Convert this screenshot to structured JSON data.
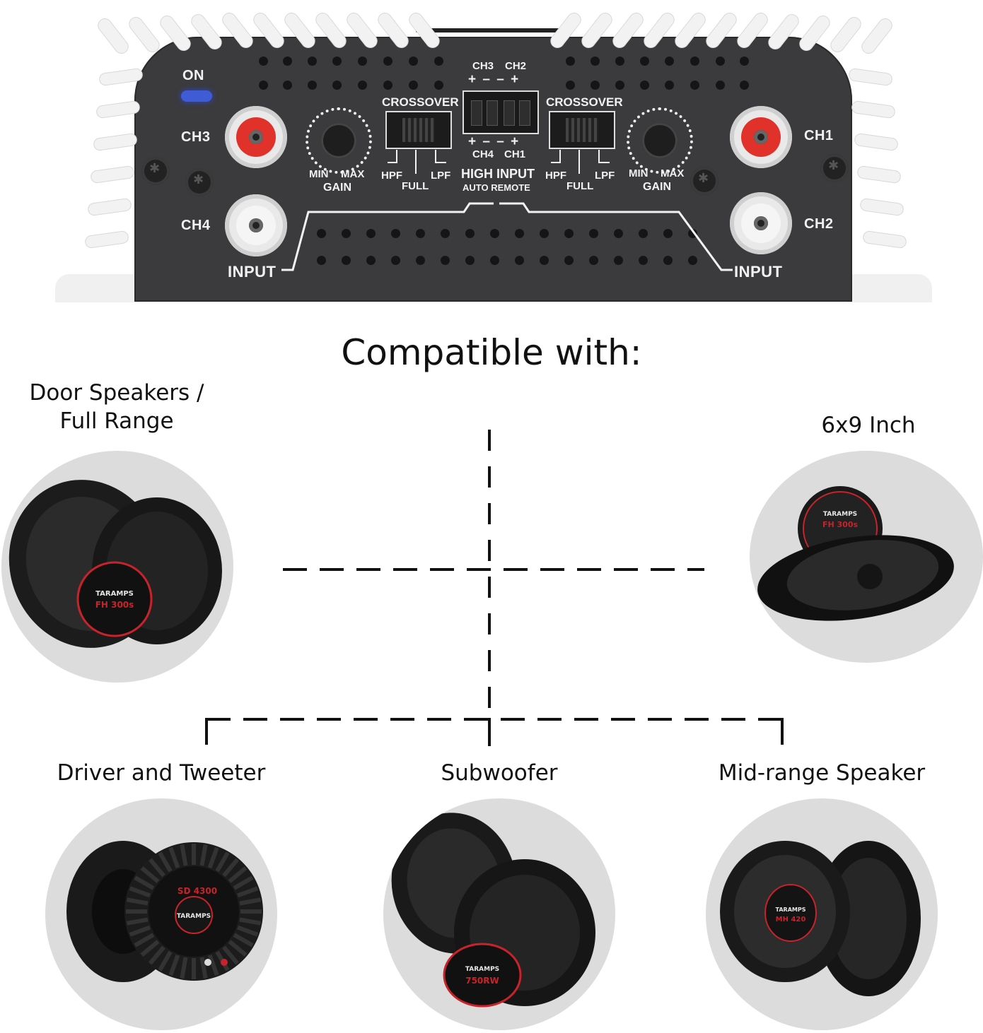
{
  "amplifier": {
    "on_label": "ON",
    "ch3": "CH3",
    "ch4": "CH4",
    "ch1": "CH1",
    "ch2": "CH2",
    "input_left": "INPUT",
    "input_right": "INPUT",
    "crossover_left": "CROSSOVER",
    "crossover_right": "CROSSOVER",
    "gain_min_left": "MIN",
    "gain_max_left": "MAX",
    "gain_left": "GAIN",
    "gain_min_right": "MIN",
    "gain_max_right": "MAX",
    "gain_right": "GAIN",
    "hpf_left": "HPF",
    "full_left": "FULL",
    "lpf_left": "LPF",
    "hpf_right": "HPF",
    "full_right": "FULL",
    "lpf_right": "LPF",
    "dip_ch3": "CH3",
    "dip_ch2": "CH2",
    "dip_top_polarity": "+ – – +",
    "dip_bottom_polarity": "+ – – +",
    "dip_ch4": "CH4",
    "dip_ch1": "CH1",
    "high_input": "HIGH INPUT",
    "auto_remote": "AUTO REMOTE"
  },
  "heading": "Compatible with:",
  "speakers": {
    "door": {
      "line1": "Door Speakers /",
      "line2": "Full Range"
    },
    "six_by_nine": "6x9 Inch",
    "driver": "Driver and Tweeter",
    "subwoofer": "Subwoofer",
    "midrange": "Mid-range Speaker"
  },
  "brand_labels": {
    "door": "TARAMPS",
    "door_model": "FH 300s",
    "six_by_nine": "TARAMPS",
    "six_by_nine_model": "FH 300s",
    "driver": "TARAMPS",
    "driver_model": "SD 4300",
    "subwoofer": "TARAMPS",
    "subwoofer_model": "750RW",
    "midrange": "TARAMPS",
    "midrange_model": "MH 420"
  }
}
